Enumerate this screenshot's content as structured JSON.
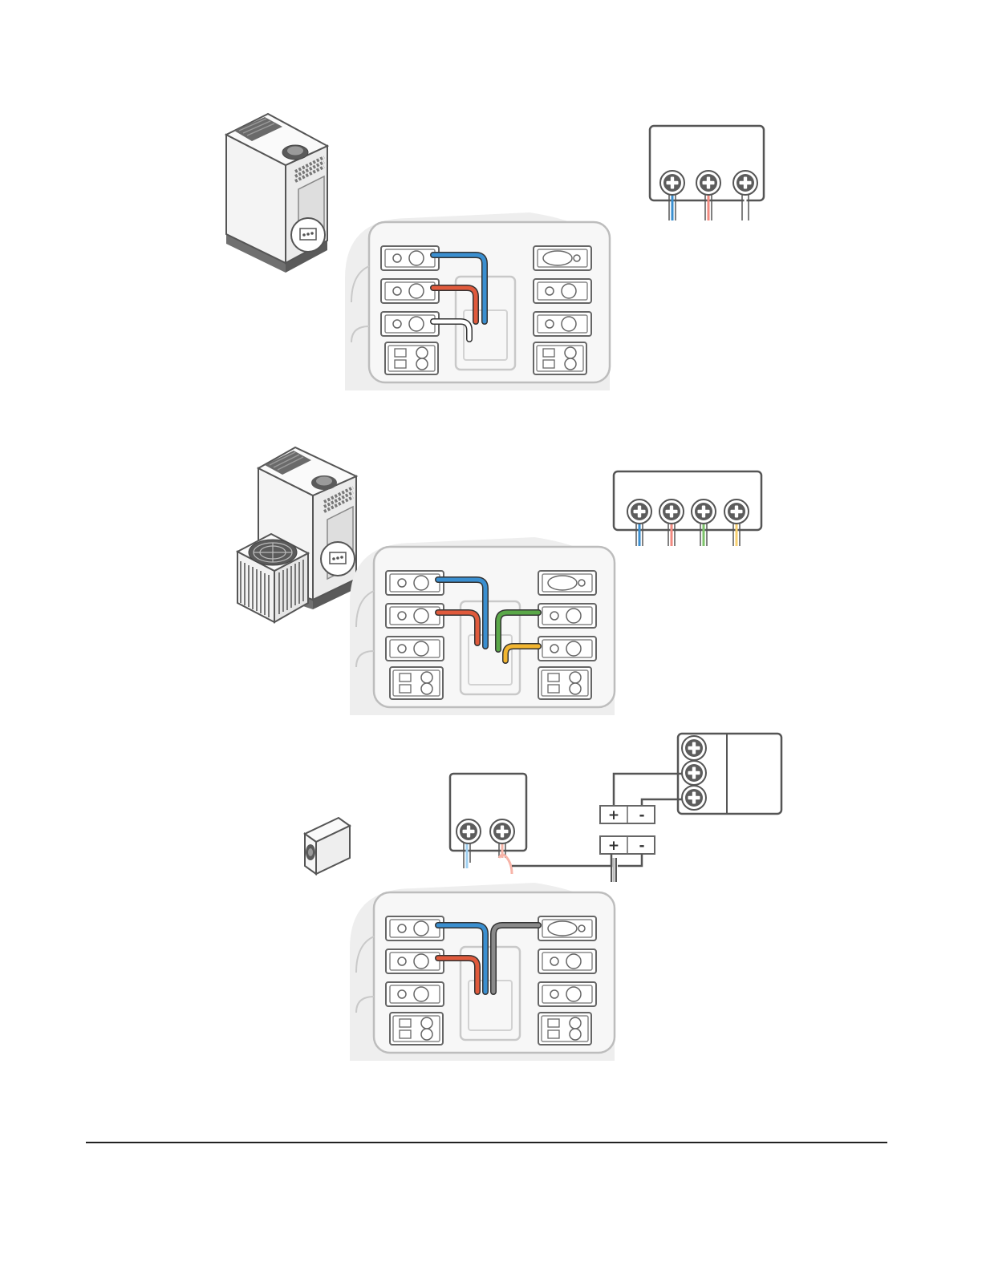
{
  "colors": {
    "blue": "#3a8fd0",
    "red": "#e05a3c",
    "white": "#ffffff",
    "green": "#5aa848",
    "yellow": "#f2b530",
    "gray": "#8a8a8a",
    "outline": "#555555",
    "panel_fill": "#e9e9e9",
    "unit_fill": "#f4f4f4"
  },
  "diagrams": [
    {
      "id": "heat-only",
      "equipment": "furnace-icon",
      "wires": [
        "blue",
        "red",
        "white"
      ]
    },
    {
      "id": "heat-and-cool",
      "equipment": "furnace-and-ac-icon",
      "wires": [
        "blue",
        "red",
        "green",
        "yellow"
      ]
    },
    {
      "id": "external-power",
      "equipment": "adapter-icon",
      "wires": [
        "blue",
        "red",
        "gray"
      ]
    }
  ],
  "polarity": {
    "plus": "+",
    "minus": "-"
  }
}
